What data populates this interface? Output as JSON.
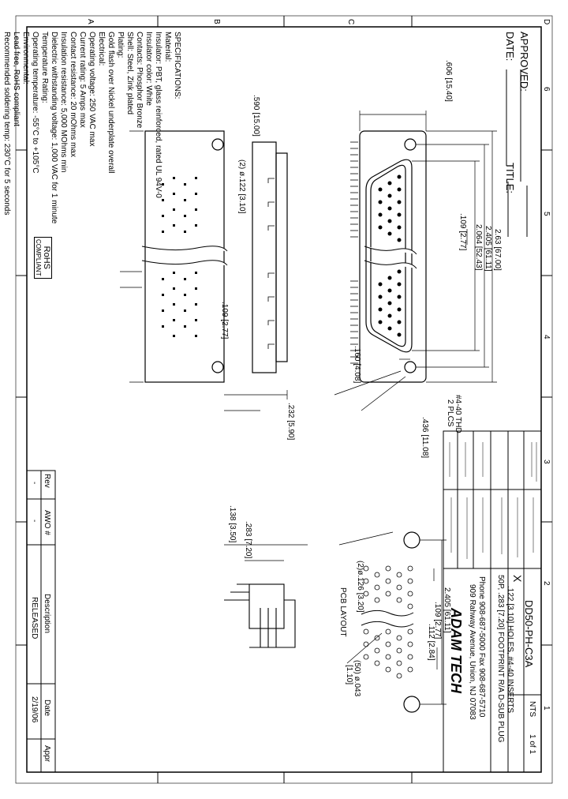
{
  "border_letters": [
    "D",
    "C",
    "B",
    "A"
  ],
  "border_numbers": [
    "6",
    "5",
    "4",
    "3",
    "2",
    "1"
  ],
  "header": {
    "approved_label": "APPROVED:",
    "date_label": "DATE:",
    "title_label": "TITLE:"
  },
  "specifications": {
    "heading": "SPECIFICATIONS:",
    "lines": [
      "Material:",
      "Insulator: PBT, glass reinforced, rated UL 94V-0",
      "Insulator color: White",
      "Contacts: Phosphor Bronze",
      "Shell: Steel, Zink plated",
      "Plating:",
      "Gold flash over Nickel underplate overall",
      "Electrical:",
      "Operating voltage: 250 VAC max",
      "Current rating: 5 Amps max",
      "Contact resistance: 20 mOhms max",
      "Insulation resistance: 5,000 MOhms min",
      "Dielectric withstanding voltage: 1,000 VAC for 1 minute",
      "Temperature Rating:",
      "Operating temperature: -55°C to +105°C",
      "Environmental:",
      "Lead free, RoHS compliant",
      "Recommended soldering temp: 230°C for 5 seconds"
    ],
    "rohs_label": "RoHS",
    "compliant_label": "COMPLIANT"
  },
  "dimensions": {
    "overall_length": "2.63  [67.00]",
    "mount_spacing": "2.405  [61.11]",
    "shell_width": "2.064  [52.43]",
    "pin_pitch": ".109  [2.77]",
    "height_a": ".606  [15.40]",
    "mounting_hole": "(2) ø.122  [3.10]",
    "side_width": ".590  [15.00]",
    "side_pitch": ".109  [2.77]",
    "hole_offset": ".160  [4.08]",
    "thread_note_1": "#4-40 THD",
    "thread_note_2": "2 PLCS",
    "shell_depth": ".436  [11.08]",
    "body_depth": ".232  [5.90]",
    "side_dim_283": ".283  [7.20]",
    "side_dim_138": ".138  [3.50]",
    "pcb_spacing": "2.405  [61.11]",
    "pcb_pitch": ".109  [2.77]",
    "pcb_row": ".112  [2.84]",
    "pcb_mount_hole": "(2)ø.126  [3.20]",
    "pcb_pin_hole": "(50) ø.043",
    "pcb_pin_hole_mm": "[1.10]",
    "pcb_layout_label": "PCB LAYOUT"
  },
  "revision": {
    "headers": [
      "Rev",
      "AWO #",
      "Description",
      "Date",
      "Appr"
    ],
    "row": [
      "-",
      "-",
      "RELEASED",
      "2/19/06",
      ""
    ]
  },
  "title_block": {
    "company": "ADAM TECH",
    "address": "909 Rahway Avenue, Union, NJ 07083",
    "phone": "Phone 908-687-5000 Fax 908-687-5710",
    "description_line1": "50P, .283 [7.20] FOOTPRINT R/A D-SUB PLUG",
    "description_line2": ".122 [3.10] HOLES, #4-40 INSERTS",
    "part_number": "DD50-PH-C3A",
    "scale_label": "NTS",
    "sheet_label": "1 of 1",
    "rev_mark": "X"
  }
}
